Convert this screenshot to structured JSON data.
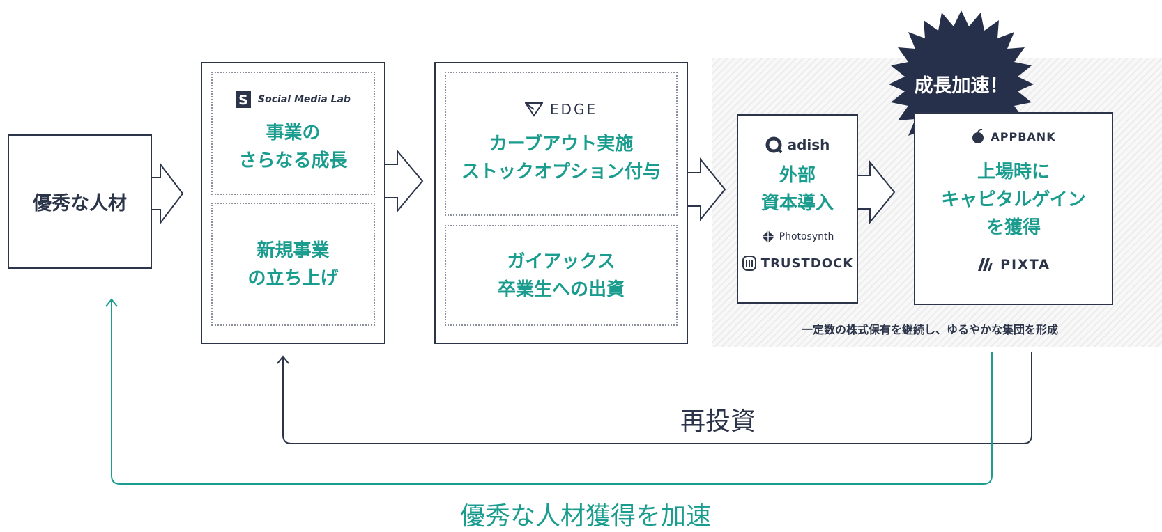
{
  "talent": "優秀な人材",
  "growth": {
    "logo": "Social Media Lab",
    "box1": [
      "事業の",
      "さらなる成長"
    ],
    "box2": [
      "新規事業",
      "の立ち上げ"
    ]
  },
  "edge": {
    "logo": "EDGE",
    "box1": [
      "カーブアウト実施",
      "ストックオプション付与"
    ],
    "box2": [
      "ガイアックス",
      "卒業生への出資"
    ]
  },
  "external": {
    "logo_adish": "adish",
    "text": [
      "外部",
      "資本導入"
    ],
    "logo_photosynth": "Photosynth",
    "logo_trustdock": "TRUSTDOCK"
  },
  "ipo": {
    "logo_appbank": "APPBANK",
    "text": [
      "上場時に",
      "キャピタルゲイン",
      "を獲得"
    ],
    "logo_pixta": "PIXTA"
  },
  "burst": "成長加速！",
  "group_caption": "一定数の株式保有を継続し、ゆるやかな集団を形成",
  "reinvest": "再投資",
  "accelerate": "優秀な人材獲得を加速",
  "colors": {
    "navy": "#2b3448",
    "teal": "#1a9c8e",
    "dot": "#8a8f99"
  }
}
